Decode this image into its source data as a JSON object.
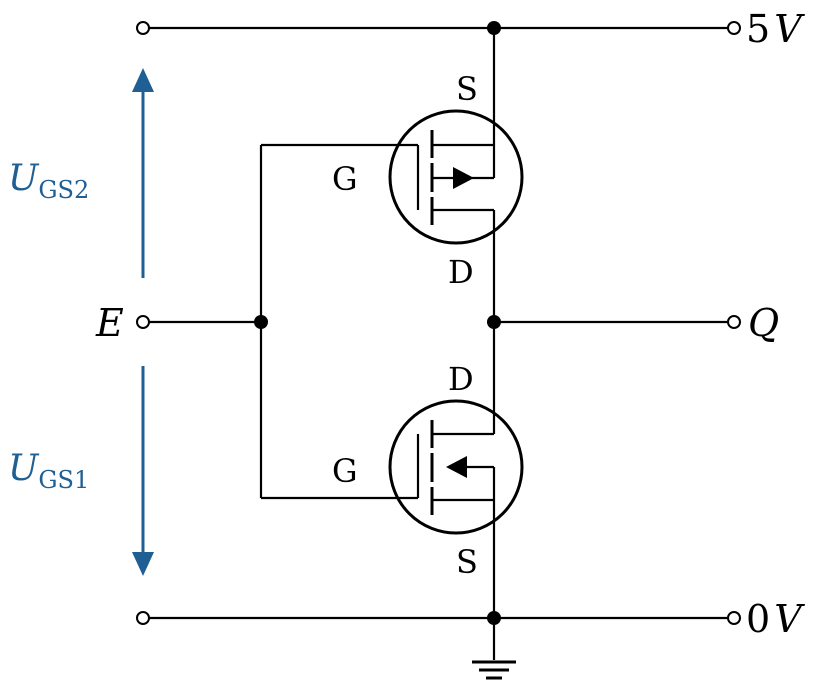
{
  "terminals": {
    "supply_label": "5",
    "supply_unit": "V",
    "ground_label": "0",
    "ground_unit": "V",
    "input_label": "E",
    "output_label": "Q"
  },
  "upper_transistor": {
    "source_label": "S",
    "gate_label": "G",
    "drain_label": "D"
  },
  "lower_transistor": {
    "drain_label": "D",
    "gate_label": "G",
    "source_label": "S"
  },
  "voltages": {
    "upper_main": "U",
    "upper_sub": "GS2",
    "lower_main": "U",
    "lower_sub": "GS1",
    "color": "#1f5f94"
  }
}
